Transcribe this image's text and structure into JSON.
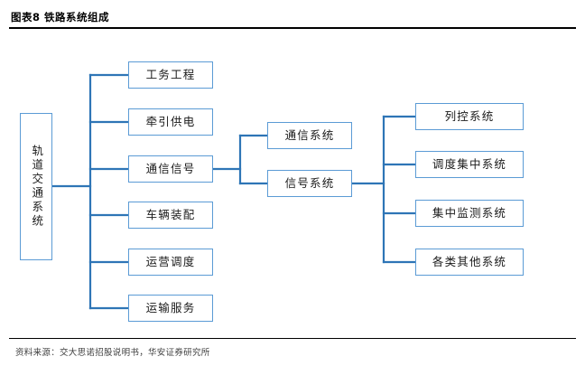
{
  "header": {
    "title": "图表8 铁路系统组成"
  },
  "footer": {
    "source": "资料来源：交大思诺招股说明书，华安证券研究所"
  },
  "colors": {
    "node_border": "#5B9BD5",
    "connector": "#2E75B6",
    "rule": "#000000",
    "text": "#1a1a1a",
    "background": "#ffffff"
  },
  "diagram": {
    "type": "tree",
    "orientation": "left-to-right",
    "root": {
      "label": "轨道交通系统",
      "orientation": "vertical-text"
    },
    "level2": [
      {
        "label": "工务工程"
      },
      {
        "label": "牵引供电"
      },
      {
        "label": "通信信号"
      },
      {
        "label": "车辆装配"
      },
      {
        "label": "运营调度"
      },
      {
        "label": "运输服务"
      }
    ],
    "level3": [
      {
        "label": "通信系统"
      },
      {
        "label": "信号系统"
      }
    ],
    "level4": [
      {
        "label": "列控系统"
      },
      {
        "label": "调度集中系统"
      },
      {
        "label": "集中监测系统"
      },
      {
        "label": "各类其他系统"
      }
    ],
    "edges_description": [
      "轨道交通系统 → 工务工程",
      "轨道交通系统 → 牵引供电",
      "轨道交通系统 → 通信信号",
      "轨道交通系统 → 车辆装配",
      "轨道交通系统 → 运营调度",
      "轨道交通系统 → 运输服务",
      "通信信号 → 通信系统",
      "通信信号 → 信号系统",
      "信号系统 → 列控系统",
      "信号系统 → 调度集中系统",
      "信号系统 → 集中监测系统",
      "信号系统 → 各类其他系统"
    ]
  }
}
